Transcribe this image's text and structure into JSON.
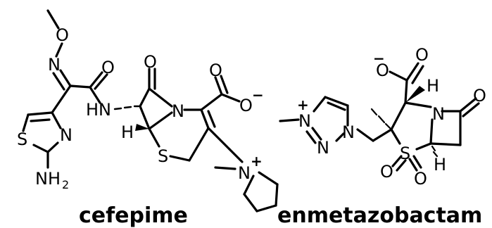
{
  "compounds": [
    {
      "name": "cefepime",
      "atoms": {
        "O": "O",
        "N": "N",
        "S": "S",
        "H": "H",
        "NH2": "NH",
        "NH2_sub": "2",
        "HN": "HN",
        "plus": "+",
        "minus": "−"
      }
    },
    {
      "name": "enmetazobactam",
      "atoms": {
        "O": "O",
        "N": "N",
        "S": "S",
        "H": "H",
        "plus": "+",
        "minus": "−"
      }
    }
  ]
}
